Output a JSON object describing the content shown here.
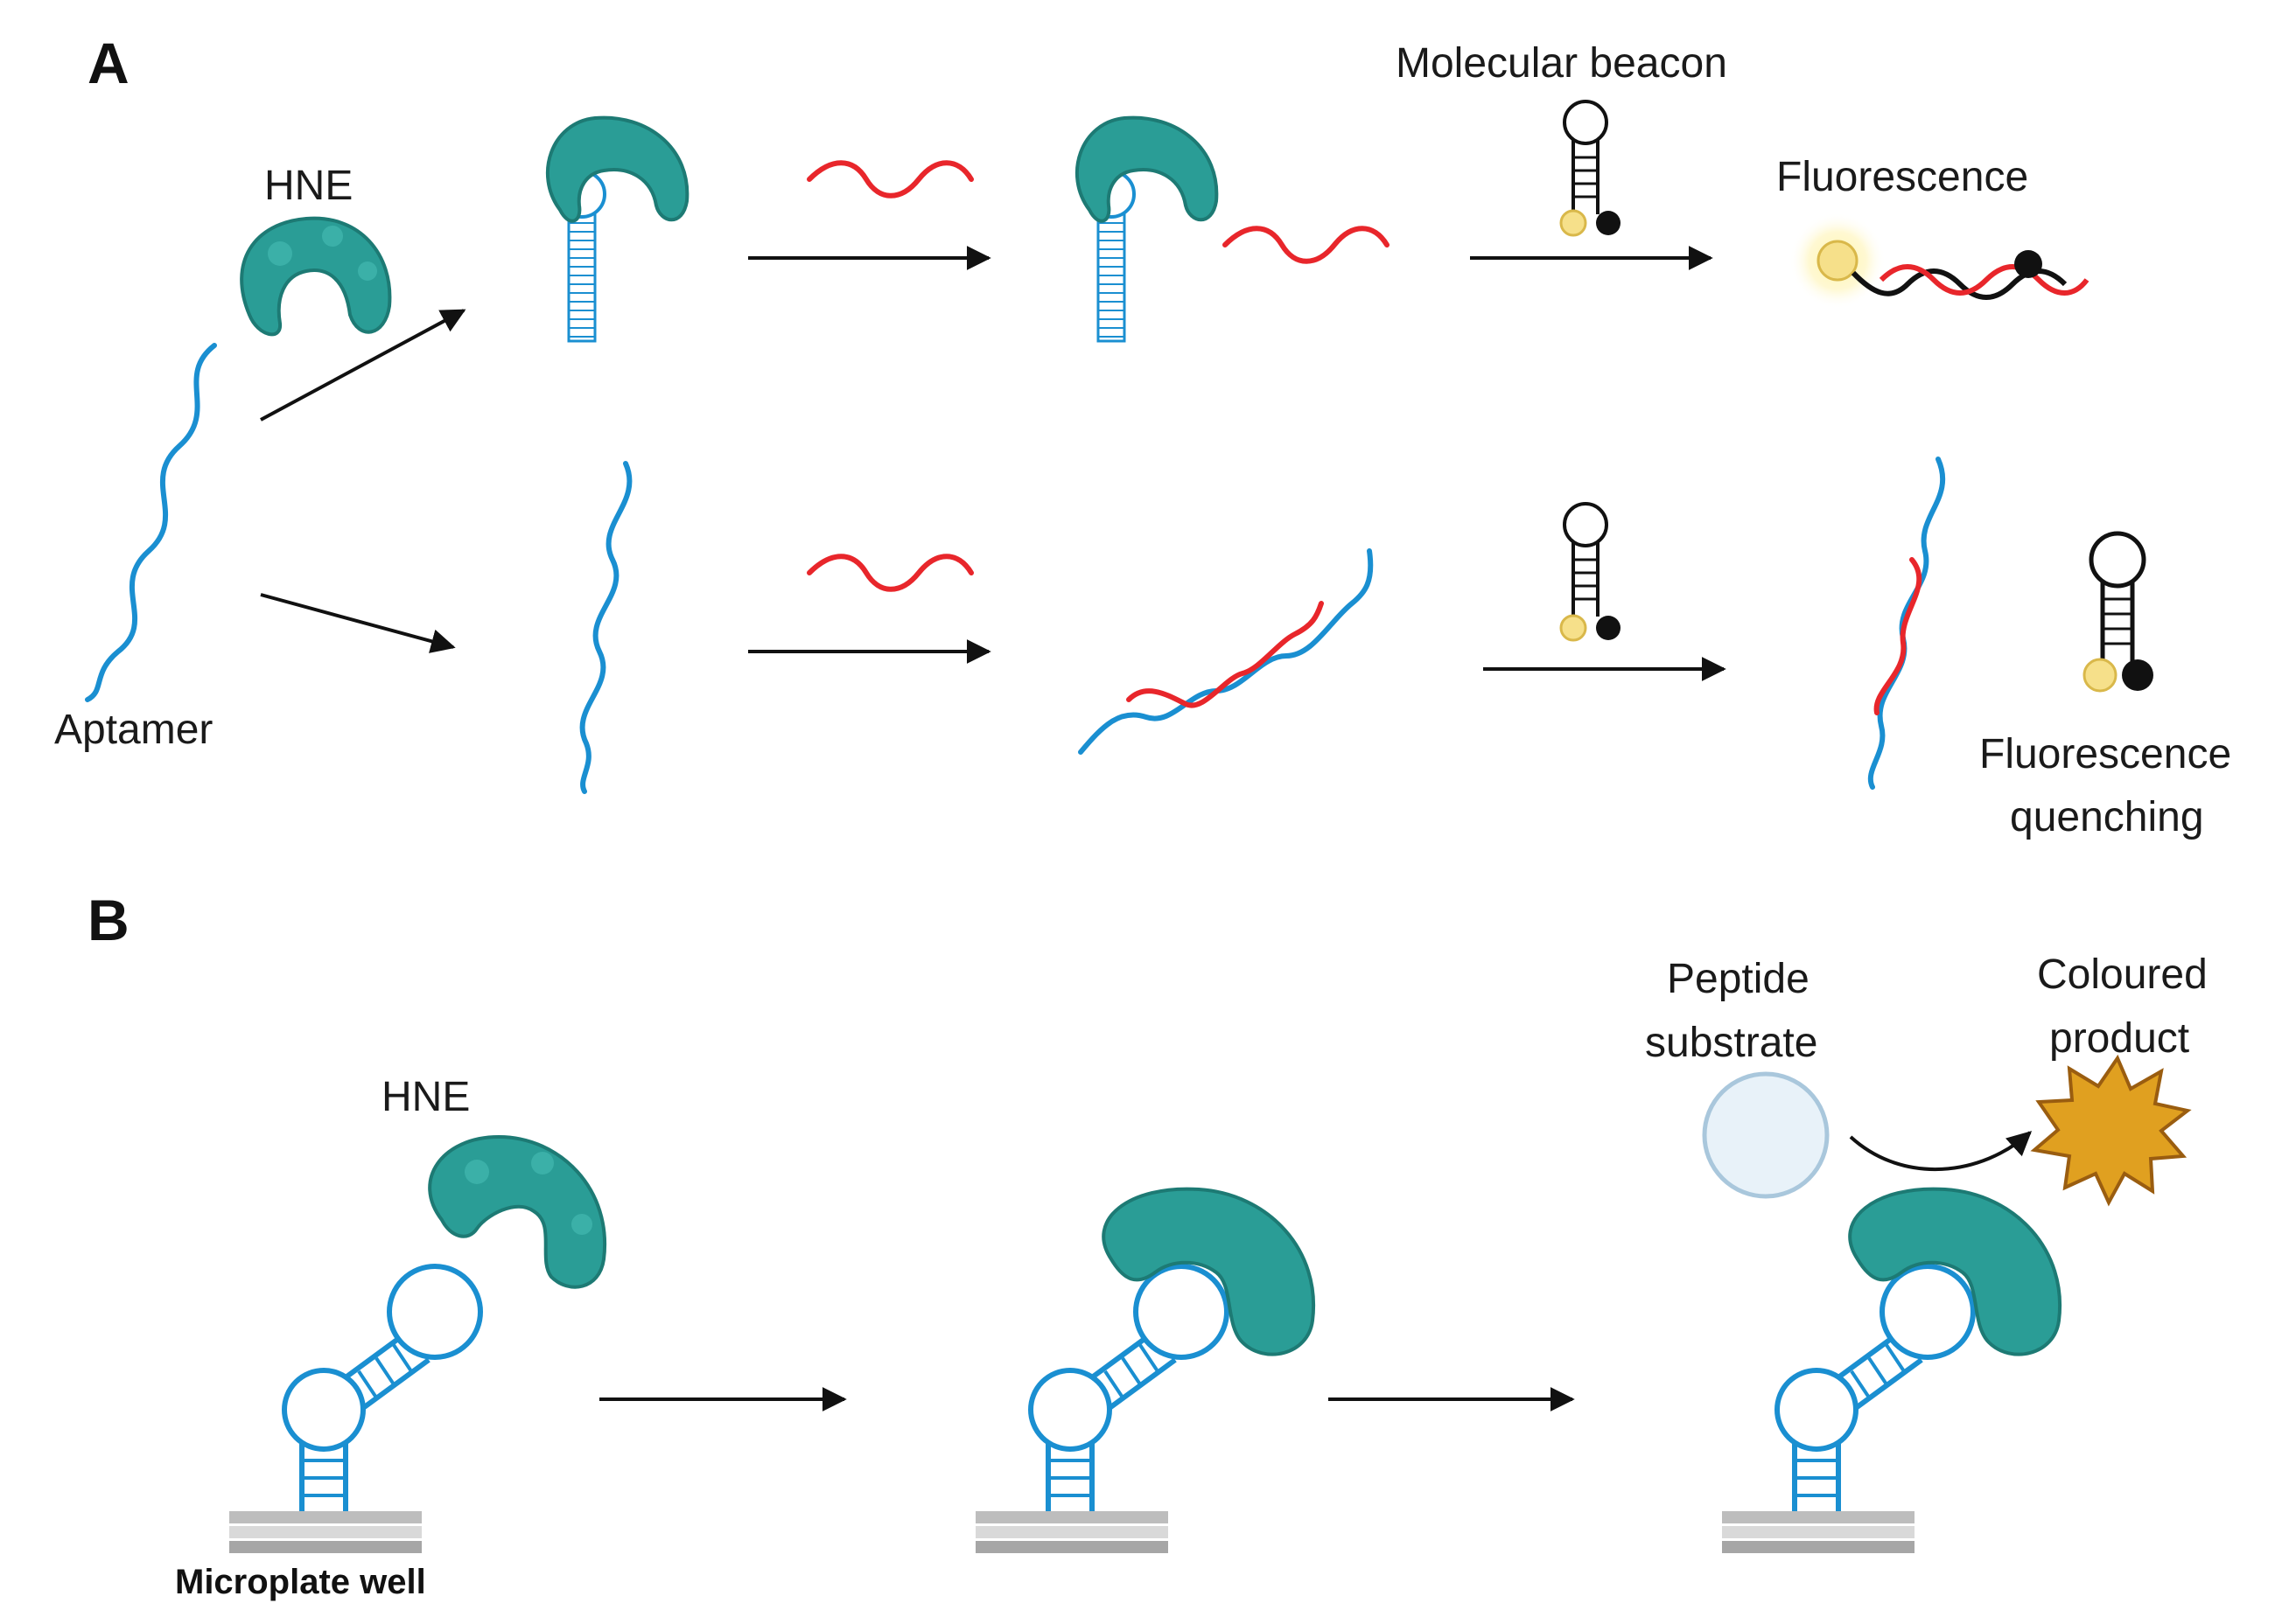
{
  "panels": {
    "a": "A",
    "b": "B"
  },
  "labels": {
    "hne_a": "HNE",
    "aptamer": "Aptamer",
    "molecular_beacon": "Molecular beacon",
    "fluorescence": "Fluorescence",
    "fluorescence_quenching_1": "Fluorescence",
    "fluorescence_quenching_2": "quenching",
    "hne_b": "HNE",
    "peptide_substrate_1": "Peptide",
    "peptide_substrate_2": "substrate",
    "coloured_product_1": "Coloured",
    "coloured_product_2": "product",
    "microplate_well": "Microplate well"
  },
  "colors": {
    "aptamer": "#1a8fd1",
    "target_strand": "#e8262b",
    "protein": "#2a9d96",
    "protein_dark": "#1d7a74",
    "beacon": "#111111",
    "fluorophore": "#f6e08a",
    "product": "#e0a020",
    "substrate": "#e8f2f9",
    "plate": "#bdbdbd"
  }
}
